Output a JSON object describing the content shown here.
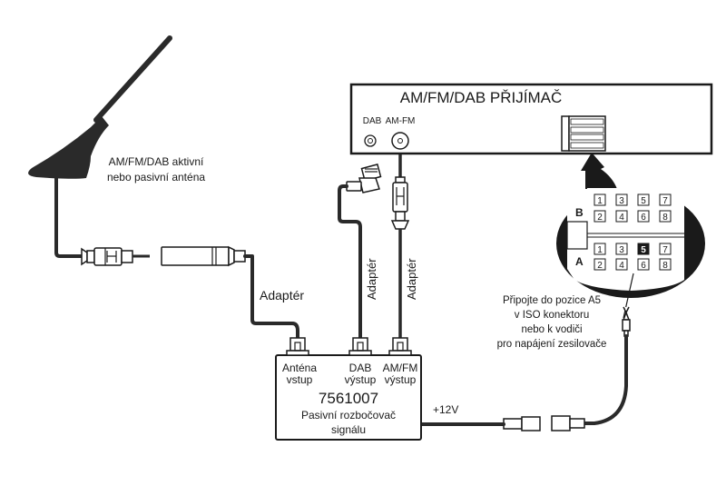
{
  "receiver": {
    "title": "AM/FM/DAB PŘIJÍMAČ",
    "port_dab": "DAB",
    "port_amfm": "AM-FM"
  },
  "antenna": {
    "label_line1": "AM/FM/DAB aktivní",
    "label_line2": "nebo pasivní anténa"
  },
  "adapters": {
    "left": "Adaptér",
    "dab": "Adaptér",
    "amfm": "Adaptér"
  },
  "splitter": {
    "input_line1": "Anténa",
    "input_line2": "vstup",
    "dab_line1": "DAB",
    "dab_line2": "výstup",
    "amfm_line1": "AM/FM",
    "amfm_line2": "výstup",
    "part_number": "7561007",
    "name_line1": "Pasivní rozbočovač",
    "name_line2": "signálu"
  },
  "power": {
    "label": "+12V"
  },
  "iso_connector": {
    "row_b_label": "B",
    "row_a_label": "A",
    "b_top": [
      "1",
      "3",
      "5",
      "7"
    ],
    "b_bottom": [
      "2",
      "4",
      "6",
      "8"
    ],
    "a_top": [
      "1",
      "3",
      "5",
      "7"
    ],
    "a_bottom": [
      "2",
      "4",
      "6",
      "8"
    ],
    "highlighted": "A5"
  },
  "instruction": {
    "line1": "Připojte do pozice A5",
    "line2": "v ISO konektoru",
    "line3": "nebo k vodiči",
    "line4": "pro napájení zesilovače"
  }
}
